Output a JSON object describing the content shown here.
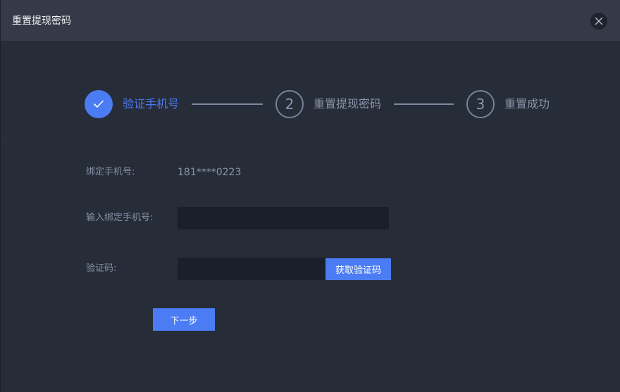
{
  "dialog": {
    "title": "重置提现密码",
    "close_icon": "close-icon"
  },
  "steps": [
    {
      "number": "1",
      "label": "验证手机号",
      "status": "done",
      "icon": "check-icon"
    },
    {
      "number": "2",
      "label": "重置提现密码",
      "status": "todo"
    },
    {
      "number": "3",
      "label": "重置成功",
      "status": "todo"
    }
  ],
  "form": {
    "bound_phone_label": "绑定手机号:",
    "bound_phone_value": "181****0223",
    "input_phone_label": "输入绑定手机号:",
    "input_phone_value": "",
    "input_phone_placeholder": "",
    "code_label": "验证码:",
    "code_value": "",
    "code_placeholder": "",
    "get_code_label": "获取验证码",
    "next_label": "下一步"
  },
  "colors": {
    "accent": "#4b7cf3",
    "background": "#272c39",
    "titlebar": "#353a48",
    "input_bg": "#1a1f2c"
  }
}
